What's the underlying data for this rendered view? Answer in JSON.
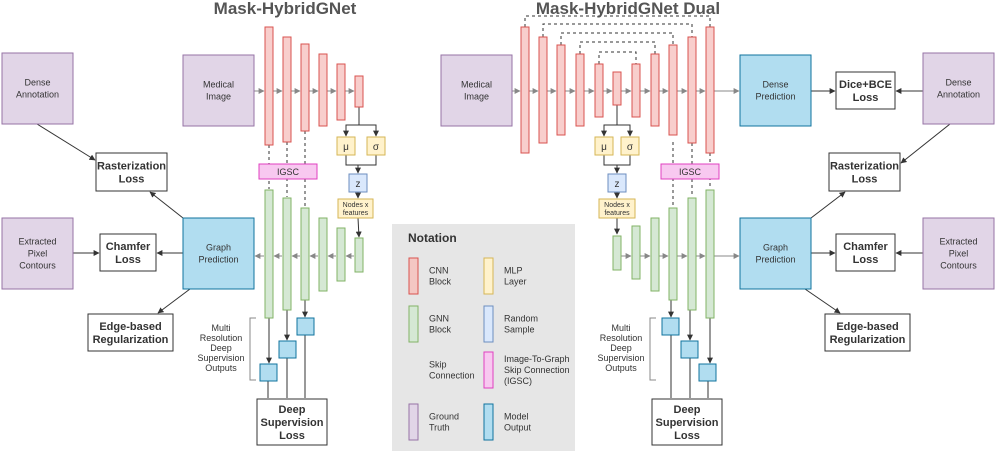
{
  "titles": {
    "left": "Mask-HybridGNet",
    "right": "Mask-HybridGNet Dual"
  },
  "boxes": {
    "dense_annotation": [
      "Dense",
      "Annotation"
    ],
    "medical_image": [
      "Medical",
      "Image"
    ],
    "rasterization_loss": [
      "Rasterization",
      "Loss"
    ],
    "extracted_pixel_contours": [
      "Extracted",
      "Pixel",
      "Contours"
    ],
    "chamfer_loss": [
      "Chamfer",
      "Loss"
    ],
    "graph_prediction": [
      "Graph",
      "Prediction"
    ],
    "edge_regularization": [
      "Edge-based",
      "Regularization"
    ],
    "deep_supervision_outputs": [
      "Multi",
      "Resolution",
      "Deep",
      "Supervision",
      "Outputs"
    ],
    "deep_supervision_loss": [
      "Deep",
      "Supervision",
      "Loss"
    ],
    "dense_prediction": [
      "Dense",
      "Prediction"
    ],
    "dice_bce_loss": [
      "Dice+BCE",
      "Loss"
    ],
    "igsc": "IGSC",
    "mu": "μ",
    "sigma": "σ",
    "z": "z",
    "nodes_features": [
      "Nodes x",
      "features"
    ]
  },
  "notation": {
    "title": "Notation",
    "items": [
      {
        "label": [
          "CNN",
          "Block"
        ],
        "color": "#f4c7c3",
        "stroke": "#d9534f"
      },
      {
        "label": [
          "MLP",
          "Layer"
        ],
        "color": "#fff2cc",
        "stroke": "#d6b656"
      },
      {
        "label": [
          "GNN",
          "Block"
        ],
        "color": "#d5e8d4",
        "stroke": "#82b366"
      },
      {
        "label": [
          "Random",
          "Sample"
        ],
        "color": "#dae8fc",
        "stroke": "#6c8ebf"
      },
      {
        "label": [
          "Skip",
          "Connection"
        ],
        "color": "",
        "stroke": "#333333"
      },
      {
        "label": [
          "Image-To-Graph",
          "Skip Connection",
          "(IGSC)"
        ],
        "color": "#f8c8f0",
        "stroke": "#e040c0"
      },
      {
        "label": [
          "Ground",
          "Truth"
        ],
        "color": "#e1d5e7",
        "stroke": "#9673a6"
      },
      {
        "label": [
          "Model",
          "Output"
        ],
        "color": "#b1ddf0",
        "stroke": "#10739e"
      }
    ]
  },
  "colors": {
    "cnn_fill": "#f8cecc",
    "cnn_stroke": "#d9534f",
    "gnn_fill": "#d5e8d4",
    "gnn_stroke": "#82b366",
    "mlp_fill": "#fff2cc",
    "mlp_stroke": "#d6b656",
    "sample_fill": "#dae8fc",
    "sample_stroke": "#6c8ebf",
    "igsc_fill": "#f8c8f0",
    "igsc_stroke": "#e040c0",
    "truth_fill": "#e1d5e7",
    "truth_stroke": "#9673a6",
    "output_fill": "#b1ddf0",
    "output_stroke": "#10739e",
    "notation_bg": "#e6e6e6"
  }
}
